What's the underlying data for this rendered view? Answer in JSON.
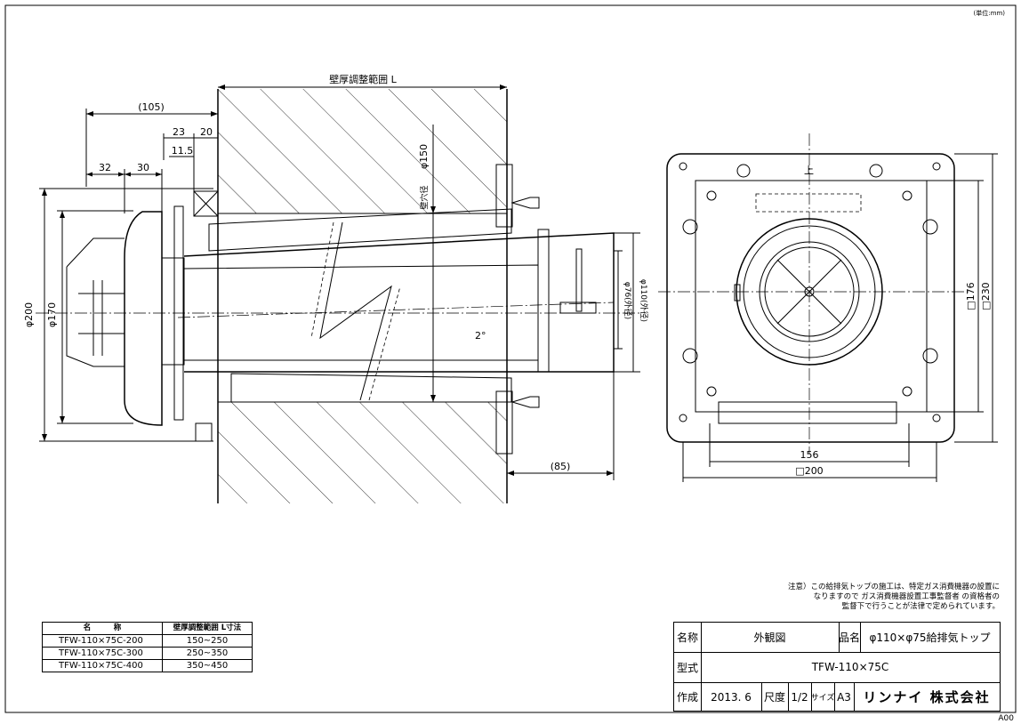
{
  "header": {
    "unit_note": "(単位:mm)"
  },
  "dimensions": {
    "wall_range": "壁厚調整範囲  L",
    "d105": "(105)",
    "d23": "23",
    "d20": "20",
    "d11_5": "11.5",
    "d32": "32",
    "d30": "30",
    "phi150": "φ150",
    "wall_hole": "壁穴径",
    "phi200": "φ200",
    "phi170": "φ170",
    "phi76": "φ76(外径)",
    "phi110": "φ110(外径)",
    "angle2": "2°",
    "d85": "(85)",
    "up_mark": "上",
    "sq176": "□176",
    "sq230": "□230",
    "d156": "156",
    "sq200": "□200"
  },
  "note": {
    "text": "注意）この給排気トップの施工は、特定ガス消費機器の設置に\nなりますので ガス消費機器設置工事監督者 の資格者の\n監督下で行うことが法律で定められています。"
  },
  "model_table": {
    "headers": [
      "名　　　称",
      "壁厚調整範囲  L寸法"
    ],
    "rows": [
      [
        "TFW-110×75C-200",
        "150~250"
      ],
      [
        "TFW-110×75C-300",
        "250~350"
      ],
      [
        "TFW-110×75C-400",
        "350~450"
      ]
    ]
  },
  "title_block": {
    "name_label": "名称",
    "name_value": "外観図",
    "product_label": "品名",
    "product_value": "φ110×φ75給排気トップ",
    "model_label": "型式",
    "model_value": "TFW-110×75C",
    "made_label": "作成",
    "made_value": "2013. 6",
    "scale_label": "尺度",
    "scale_value": "1/2",
    "size_label": "サイズ",
    "size_value": "A3",
    "company": "リンナイ 株式会社"
  },
  "drawing_code": "A00"
}
